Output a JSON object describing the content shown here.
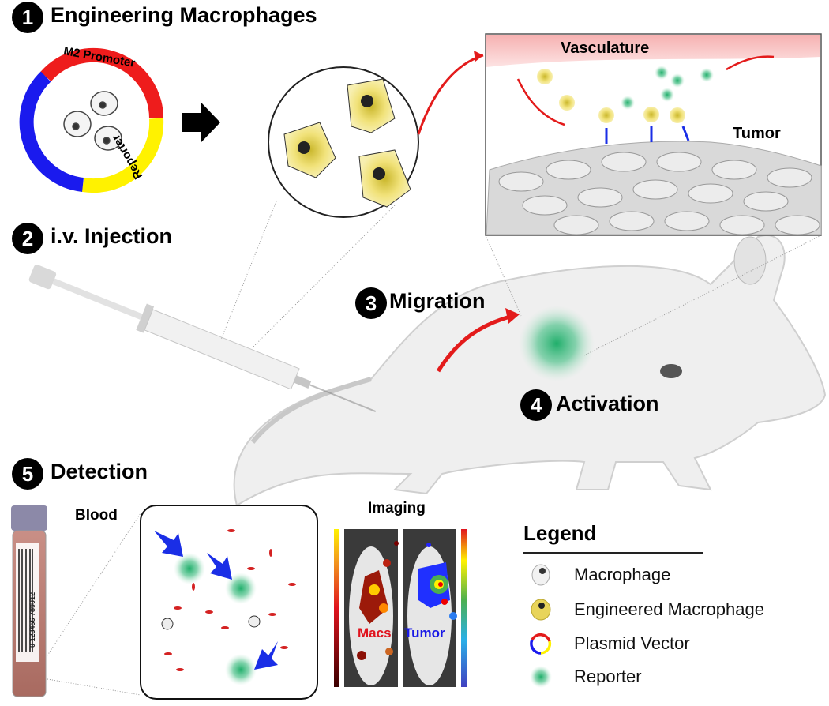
{
  "steps": [
    {
      "number": "1",
      "title": "Engineering Macrophages"
    },
    {
      "number": "2",
      "title": "i.v. Injection"
    },
    {
      "number": "3",
      "title": "Migration"
    },
    {
      "number": "4",
      "title": "Activation"
    },
    {
      "number": "5",
      "title": "Detection"
    }
  ],
  "plasmid": {
    "segments": [
      "M2 Promoter",
      "Reporter"
    ],
    "colors": {
      "promoter": "#ee1c1c",
      "reporter": "#fff200",
      "backbone": "#1a1aee"
    }
  },
  "vasculature_panel": {
    "vessel_label": "Vasculature",
    "tissue_label": "Tumor"
  },
  "detection": {
    "blood_label": "Blood",
    "tube_barcode": "0 123456 789012",
    "imaging_label": "Imaging",
    "image_labels": [
      {
        "text": "Macs",
        "color": "#e0141e"
      },
      {
        "text": "Tumor",
        "color": "#1a1ae6"
      }
    ]
  },
  "legend": {
    "title": "Legend",
    "items": [
      {
        "icon": "macrophage-icon",
        "label": "Macrophage"
      },
      {
        "icon": "engineered-macrophage-icon",
        "label": "Engineered Macrophage"
      },
      {
        "icon": "plasmid-vector-icon",
        "label": "Plasmid Vector"
      },
      {
        "icon": "reporter-icon",
        "label": "Reporter"
      }
    ]
  },
  "colors": {
    "arrow_red": "#e31b1b",
    "reporter_green": "#1fae6a",
    "blue_arrow": "#1a2ee6",
    "engineered_yellow": "#f1e27a"
  }
}
